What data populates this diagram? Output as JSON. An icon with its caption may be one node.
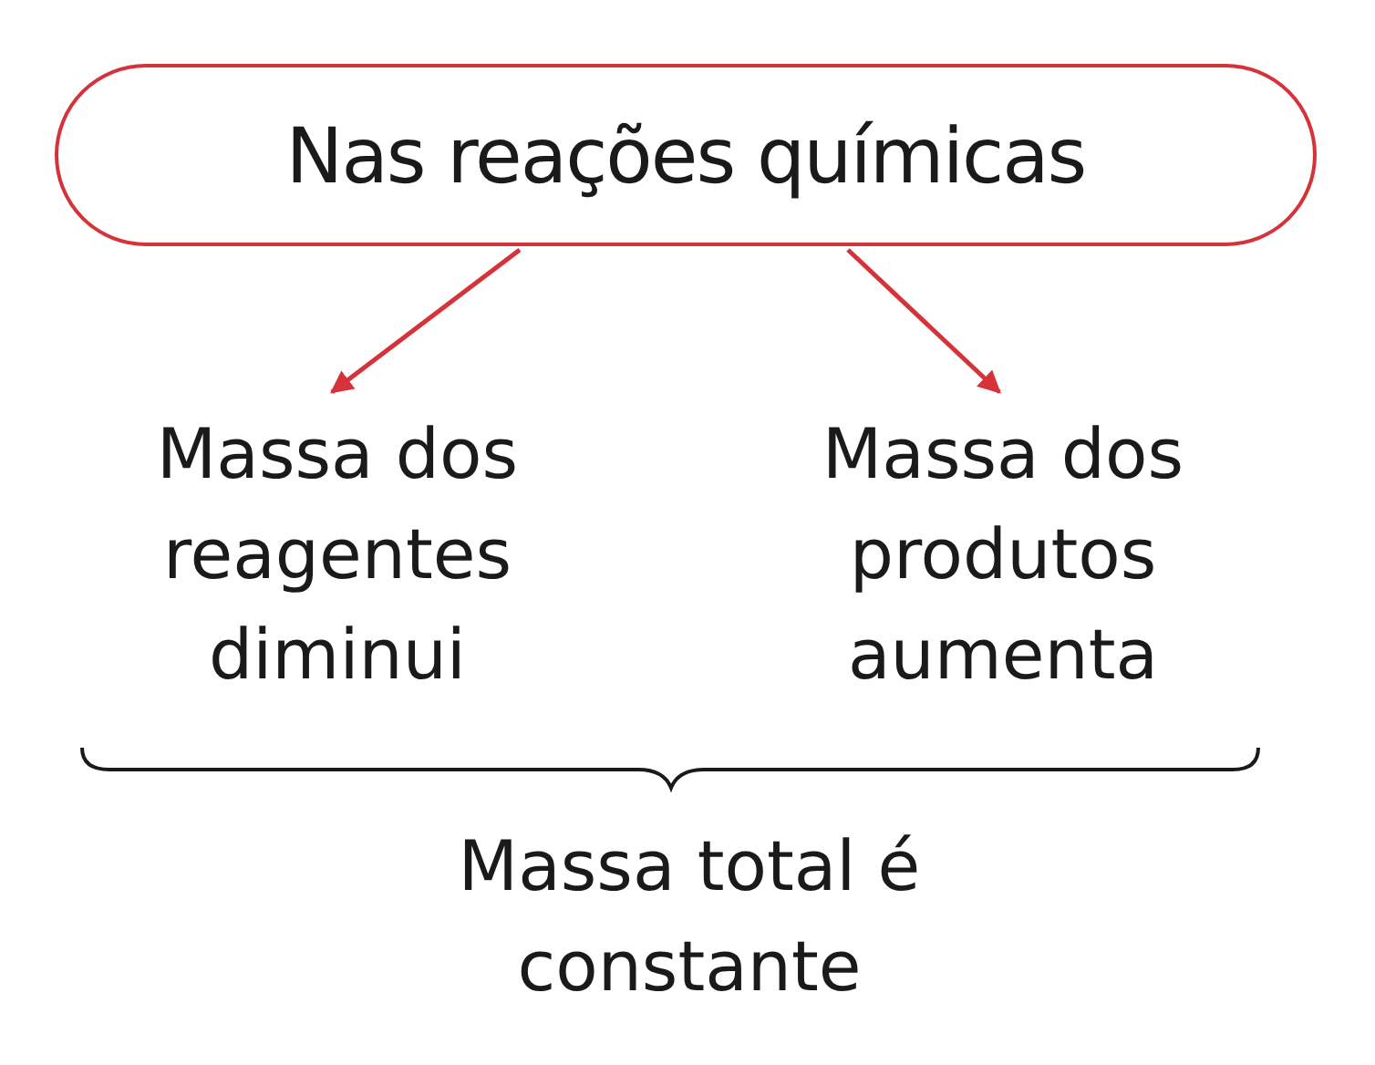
{
  "diagram": {
    "nodes": [
      {
        "text": [
          "Nas reações químicas"
        ]
      },
      {
        "text": [
          "Massa dos reagentes diminui"
        ]
      },
      {
        "text": [
          "Massa dos produtos aumenta"
        ]
      }
    ],
    "edges": [
      {
        "from": 0,
        "to": 1,
        "arrow": "to"
      },
      {
        "from": 0,
        "to": 2,
        "arrow": "to"
      }
    ],
    "labels": [
      "Massa total é constante"
    ]
  }
}
